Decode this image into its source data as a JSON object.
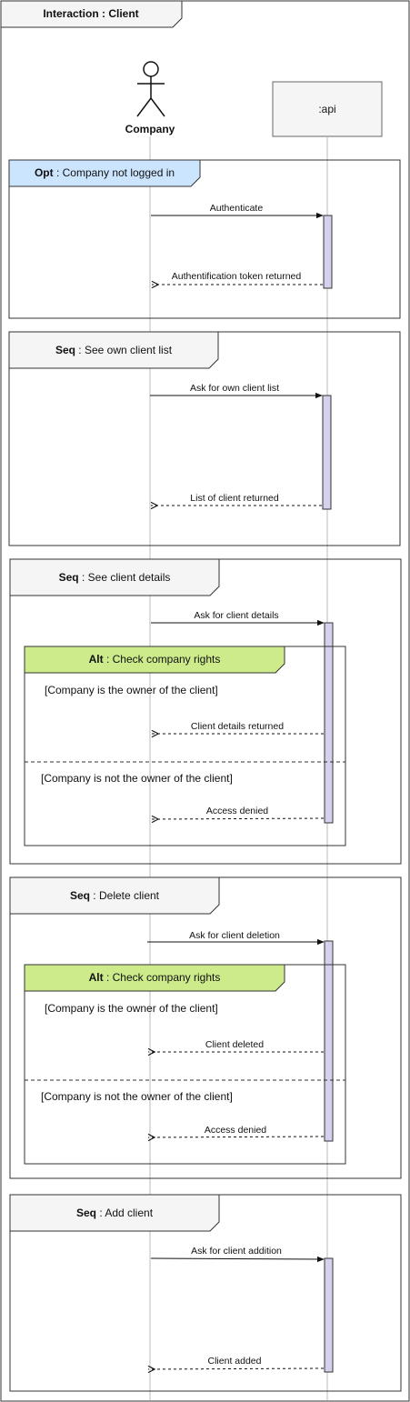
{
  "frame": {
    "keyword": "Interaction",
    "name": "Client"
  },
  "actors": {
    "company": {
      "label": "Company"
    },
    "api": {
      "label": ":api"
    }
  },
  "fragments": [
    {
      "keyword": "Opt",
      "title": "Company not logged in",
      "color": "#cce5ff"
    },
    {
      "keyword": "Seq",
      "title": "See own client list",
      "color": "#f5f5f5"
    },
    {
      "keyword": "Seq",
      "title": "See client details",
      "color": "#f5f5f5"
    },
    {
      "keyword": "Seq",
      "title": "Delete client",
      "color": "#f5f5f5"
    },
    {
      "keyword": "Seq",
      "title": "Add client",
      "color": "#f5f5f5"
    }
  ],
  "alts": [
    {
      "keyword": "Alt",
      "title": "Check company rights",
      "color": "#cdeb8b",
      "guard1": "[Company is the owner of the client]",
      "guard2": "[Company is not the owner of the client]"
    },
    {
      "keyword": "Alt",
      "title": "Check company rights",
      "color": "#cdeb8b",
      "guard1": "[Company is the owner of the client]",
      "guard2": "[Company is not the owner of the client]"
    }
  ],
  "messages": {
    "authenticate": "Authenticate",
    "token_returned": "Authentification token returned",
    "ask_list": "Ask for own client list",
    "list_returned": "List of client returned",
    "ask_details": "Ask for client details",
    "details_returned": "Client details returned",
    "access_denied_1": "Access denied",
    "ask_deletion": "Ask for client deletion",
    "client_deleted": "Client deleted",
    "access_denied_2": "Access denied",
    "ask_addition": "Ask for client addition",
    "client_added": "Client added"
  },
  "colors": {
    "activation": "#d4d1ed",
    "line": "#333333",
    "lifeline": "#bbbbbb"
  }
}
